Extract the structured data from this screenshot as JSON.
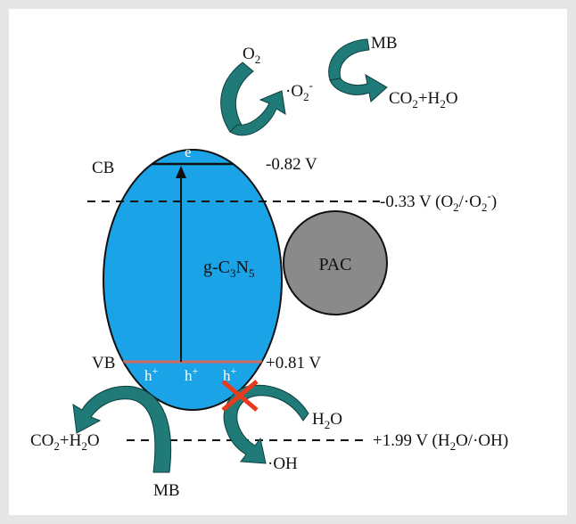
{
  "colors": {
    "particle": "#1aa3e6",
    "pac": "#8a8a8a",
    "arrow": "#1f7a78",
    "cross": "#e83b1d",
    "vb_line": "#d2685e"
  },
  "particle": {
    "name_main": "g-C",
    "name_sub1": "3",
    "name_mid": "N",
    "name_sub2": "5"
  },
  "pac_label": "PAC",
  "cb": {
    "label": "CB",
    "potential": "-0.82 V",
    "electron": "e",
    "electron_sup": "-"
  },
  "vb": {
    "label": "VB",
    "potential": "+0.81 V",
    "hole": "h",
    "hole_sup": "+"
  },
  "ref_o2": {
    "prefix": "-0.33 V (O",
    "sub": "2",
    "mid": "/·O",
    "sub2": "2",
    "sup": "-",
    "suffix": ")"
  },
  "ref_oh": {
    "text": "+1.99 V (H",
    "sub": "2",
    "suffix": "O/·OH)"
  },
  "species": {
    "o2": {
      "main": "O",
      "sub": "2"
    },
    "superoxide": {
      "main": "·O",
      "sub": "2",
      "sup": "-"
    },
    "mb_top": "MB",
    "co2_top": {
      "a": "CO",
      "sub1": "2",
      "b": "+H",
      "sub2": "2",
      "c": "O"
    },
    "co2_bottom": {
      "a": "CO",
      "sub1": "2",
      "b": "+H",
      "sub2": "2",
      "c": "O"
    },
    "mb_bottom": "MB",
    "h2o": {
      "a": "H",
      "sub": "2",
      "b": "O"
    },
    "oh": "·OH"
  }
}
